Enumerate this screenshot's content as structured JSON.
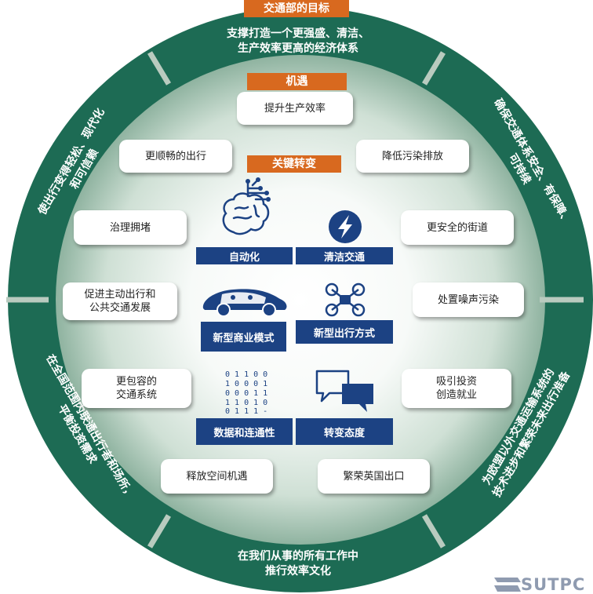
{
  "goals": {
    "label": "交通部的目标",
    "items": [
      "支撑打造一个更强盛、清洁、\n生产效率更高的经济体系",
      "确保交通体系安全、有保障、\n可持续",
      "为欧盟以外交通运输系统的\n技术进步和繁荣未来出行准备",
      "在我们从事的所有工作中\n推行效率文化",
      "在全国范围内联通出行者和场所，\n平衡投资需求",
      "使出行变得轻松、现代化\n和可信赖"
    ]
  },
  "opportunities": {
    "label": "机遇",
    "items": [
      "提升生产效率",
      "降低污染排放",
      "更安全的街道",
      "处置噪声污染",
      "吸引投资\n创造就业",
      "繁荣英国出口",
      "释放空间机遇",
      "更包容的\n交通系统",
      "促进主动出行和\n公共交通发展",
      "治理拥堵",
      "更顺畅的出行"
    ]
  },
  "transformations": {
    "label": "关键转变",
    "items": [
      {
        "label": "自动化",
        "icon": "brain-circuit-icon"
      },
      {
        "label": "清洁交通",
        "icon": "lightning-icon"
      },
      {
        "label": "新型商业模式",
        "icon": "car-icon"
      },
      {
        "label": "新型出行方式",
        "icon": "drone-icon"
      },
      {
        "label": "数据和连通性",
        "icon": "binary-data-icon"
      },
      {
        "label": "转变态度",
        "icon": "speech-bubbles-icon"
      }
    ]
  },
  "binary_lines": [
    "0 1 1 0 0",
    "1 0 0 0 1",
    "0 0 0 1 1",
    "1 1 0 1 0",
    "0 1 1 1 -"
  ],
  "watermark": "SUTPC",
  "colors": {
    "ring": "#1d6b54",
    "ring_light": "#e7efe9",
    "accent_orange": "#d8691f",
    "navy": "#1c4283",
    "separator": "#b9cbbf"
  }
}
